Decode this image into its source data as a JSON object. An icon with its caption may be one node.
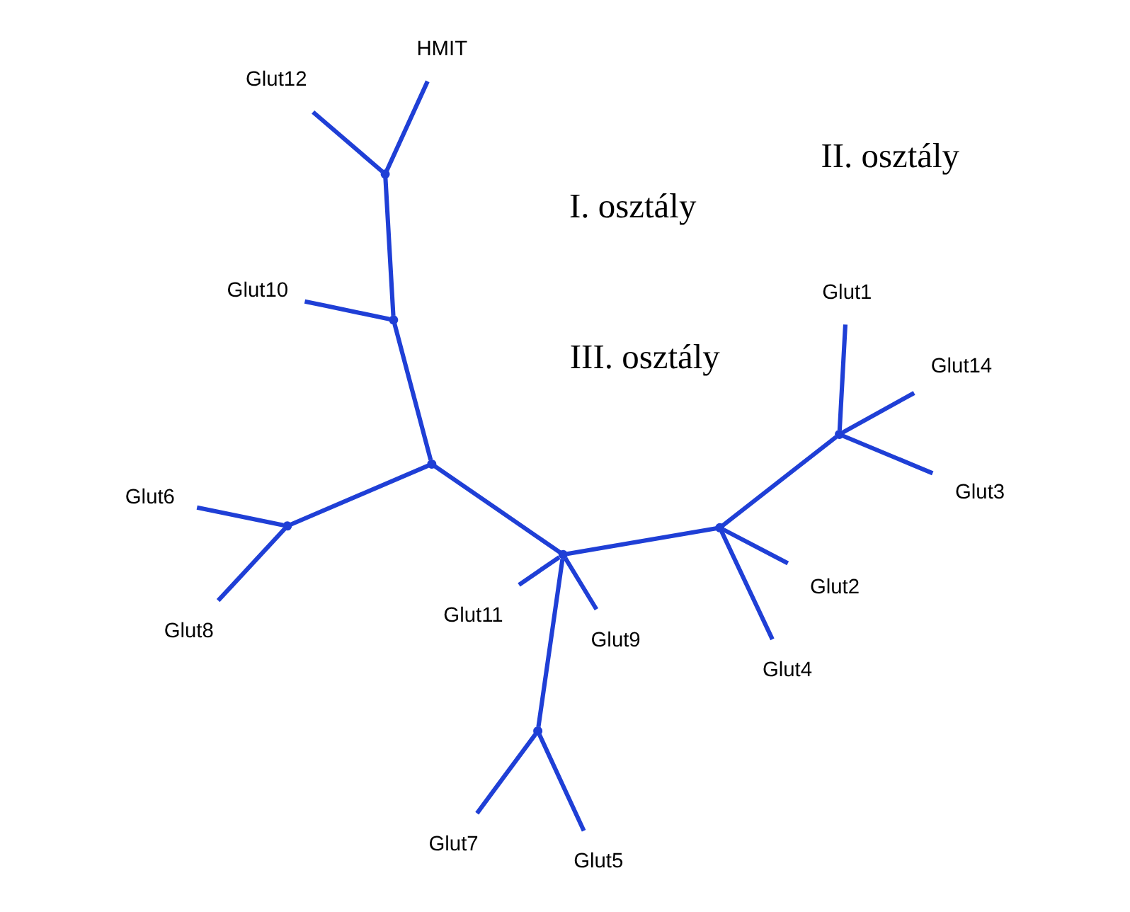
{
  "diagram": {
    "nodes": [
      {
        "text": [
          "Glut1"
        ]
      },
      {
        "text": [
          "Glut3"
        ]
      },
      {
        "text": [
          "Glut4"
        ]
      },
      {
        "text": [
          "Glut14"
        ]
      },
      {
        "text": [
          "Glut2"
        ]
      },
      {
        "text": [
          "Glut6"
        ]
      },
      {
        "text": [
          "Glut7"
        ]
      },
      {
        "text": [
          "Glut5"
        ]
      },
      {
        "text": [
          "Glut8"
        ]
      },
      {
        "text": [
          "Glut9"
        ]
      },
      {
        "text": [
          "Glut11"
        ]
      },
      {
        "text": [
          "Glut10"
        ]
      },
      {
        "text": [
          "HMIT"
        ]
      },
      {
        "text": [
          "Glut12"
        ]
      },
      {
        "text": [],
        "shape": "point"
      },
      {
        "text": [],
        "shape": "point"
      },
      {
        "text": [],
        "shape": "point"
      },
      {
        "text": [],
        "shape": "point"
      },
      {
        "text": [],
        "shape": "point"
      },
      {
        "text": [],
        "shape": "point"
      },
      {
        "text": [],
        "shape": "point"
      },
      {
        "text": [],
        "shape": "point"
      }
    ],
    "edges": [
      {
        "from": 14,
        "to": 0,
        "arrow": "none"
      },
      {
        "from": 14,
        "to": 1,
        "arrow": "none"
      },
      {
        "from": 14,
        "to": 3,
        "arrow": "none"
      },
      {
        "from": 15,
        "to": 14,
        "arrow": "none"
      },
      {
        "from": 15,
        "to": 2,
        "arrow": "none"
      },
      {
        "from": 15,
        "to": 4,
        "arrow": "none"
      },
      {
        "from": 17,
        "to": 15,
        "arrow": "none"
      },
      {
        "from": 17,
        "to": 16,
        "arrow": "none"
      },
      {
        "from": 16,
        "to": 6,
        "arrow": "none"
      },
      {
        "from": 16,
        "to": 7,
        "arrow": "none"
      },
      {
        "from": 17,
        "to": 9,
        "arrow": "none"
      },
      {
        "from": 17,
        "to": 10,
        "arrow": "none"
      },
      {
        "from": 17,
        "to": 18,
        "arrow": "none"
      },
      {
        "from": 18,
        "to": 19,
        "arrow": "none"
      },
      {
        "from": 19,
        "to": 5,
        "arrow": "none"
      },
      {
        "from": 19,
        "to": 8,
        "arrow": "none"
      },
      {
        "from": 18,
        "to": 20,
        "arrow": "none"
      },
      {
        "from": 20,
        "to": 11,
        "arrow": "none"
      },
      {
        "from": 20,
        "to": 21,
        "arrow": "none"
      },
      {
        "from": 21,
        "to": 12,
        "arrow": "none"
      },
      {
        "from": 21,
        "to": 13,
        "arrow": "none"
      }
    ],
    "labels": [
      "I. osztály",
      "II. osztály",
      "III. osztály"
    ]
  }
}
